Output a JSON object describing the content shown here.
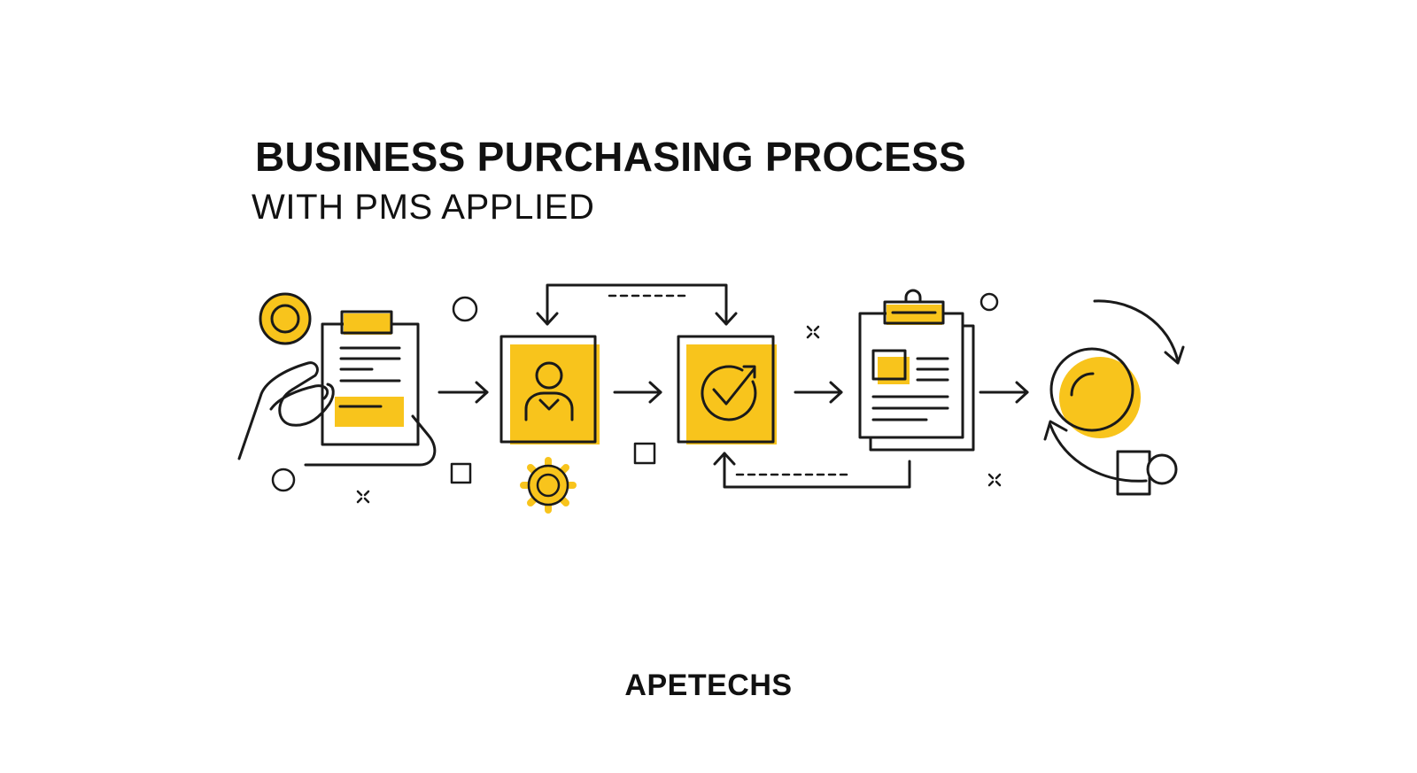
{
  "header": {
    "title": "BUSINESS PURCHASING PROCESS",
    "subtitle": "WITH PMS APPLIED"
  },
  "footer": {
    "brand": "APETECHS"
  },
  "colors": {
    "accent": "#F8C41C",
    "ink": "#1A1A1A",
    "background": "#FFFFFF"
  },
  "diagram": {
    "steps": [
      {
        "icon": "hand-holding-document-icon"
      },
      {
        "icon": "user-profile-icon"
      },
      {
        "icon": "approval-check-icon"
      },
      {
        "icon": "purchase-order-clipboard-icon"
      },
      {
        "icon": "payment-cycle-icon"
      }
    ],
    "connectors": [
      "arrow-right-icon",
      "arrow-right-icon",
      "arrow-right-icon",
      "arrow-right-icon"
    ],
    "loops": [
      "feedback-loop-top",
      "feedback-loop-bottom"
    ]
  }
}
